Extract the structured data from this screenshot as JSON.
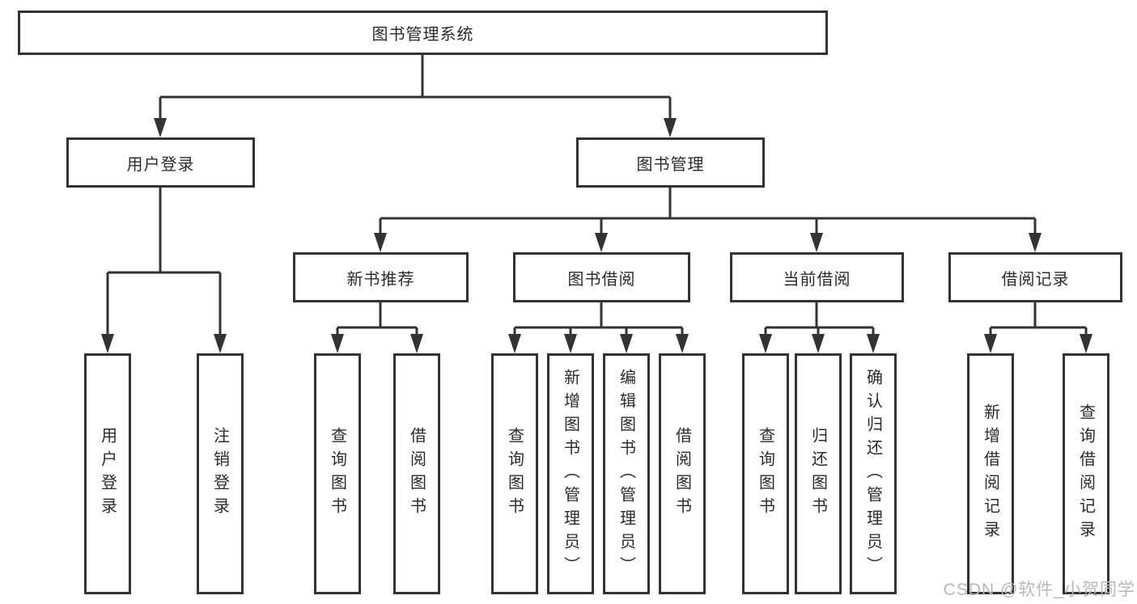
{
  "nodes": {
    "root": "图书管理系统",
    "user_login": "用户登录",
    "book_mgmt": "图书管理",
    "new_book_rec": "新书推荐",
    "book_borrow": "图书借阅",
    "current_borrow": "当前借阅",
    "borrow_records": "借阅记录",
    "leaf_user_login": "用户登录",
    "leaf_logout": "注销登录",
    "leaf_query_books_a": "查询图书",
    "leaf_borrow_books_a": "借阅图书",
    "leaf_query_books_b": "查询图书",
    "leaf_add_books": "新增图书（管理员）",
    "leaf_edit_books": "编辑图书（管理员）",
    "leaf_borrow_books_b": "借阅图书",
    "leaf_query_books_c": "查询图书",
    "leaf_return_books": "归还图书",
    "leaf_confirm_return": "确认归还（管理员）",
    "leaf_add_record": "新增借阅记录",
    "leaf_query_record": "查询借阅记录"
  },
  "hierarchy": {
    "图书管理系统": {
      "用户登录": [
        "用户登录",
        "注销登录"
      ],
      "图书管理": {
        "新书推荐": [
          "查询图书",
          "借阅图书"
        ],
        "图书借阅": [
          "查询图书",
          "新增图书（管理员）",
          "编辑图书（管理员）",
          "借阅图书"
        ],
        "当前借阅": [
          "查询图书",
          "归还图书",
          "确认归还（管理员）"
        ],
        "借阅记录": [
          "新增借阅记录",
          "查询借阅记录"
        ]
      }
    }
  },
  "watermark": {
    "text": "CSDN @软件_小贺同学"
  },
  "colors": {
    "line": "#333333",
    "text": "#2b2b2b",
    "watermark": "#b8b8b8",
    "background": "#ffffff"
  }
}
